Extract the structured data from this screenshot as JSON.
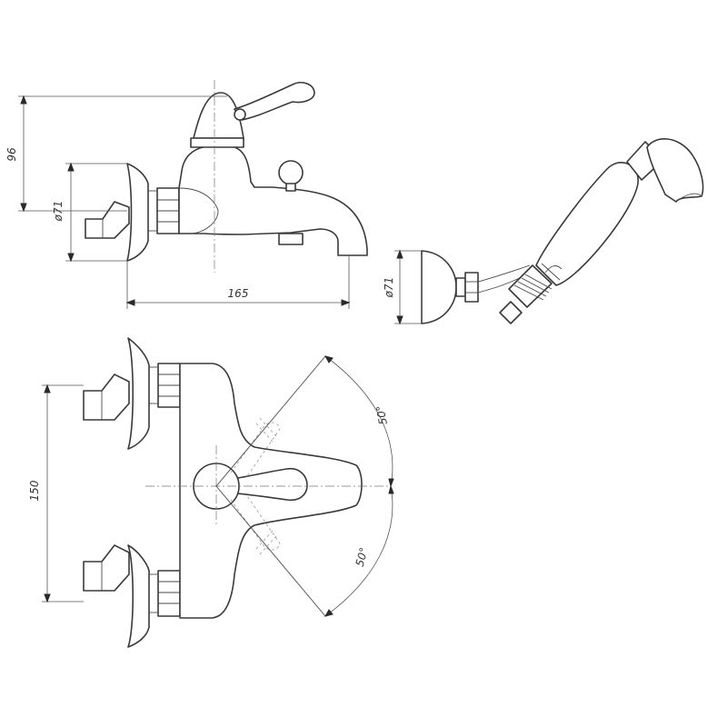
{
  "dimensions": {
    "height_top": "96",
    "diameter_side": "ø71",
    "width_spout": "165",
    "diameter_handshower": "ø71",
    "centers": "150",
    "angle_upper": "50°",
    "angle_lower": "50°"
  },
  "colors": {
    "line": "#3a3a3a",
    "background": "#ffffff"
  }
}
